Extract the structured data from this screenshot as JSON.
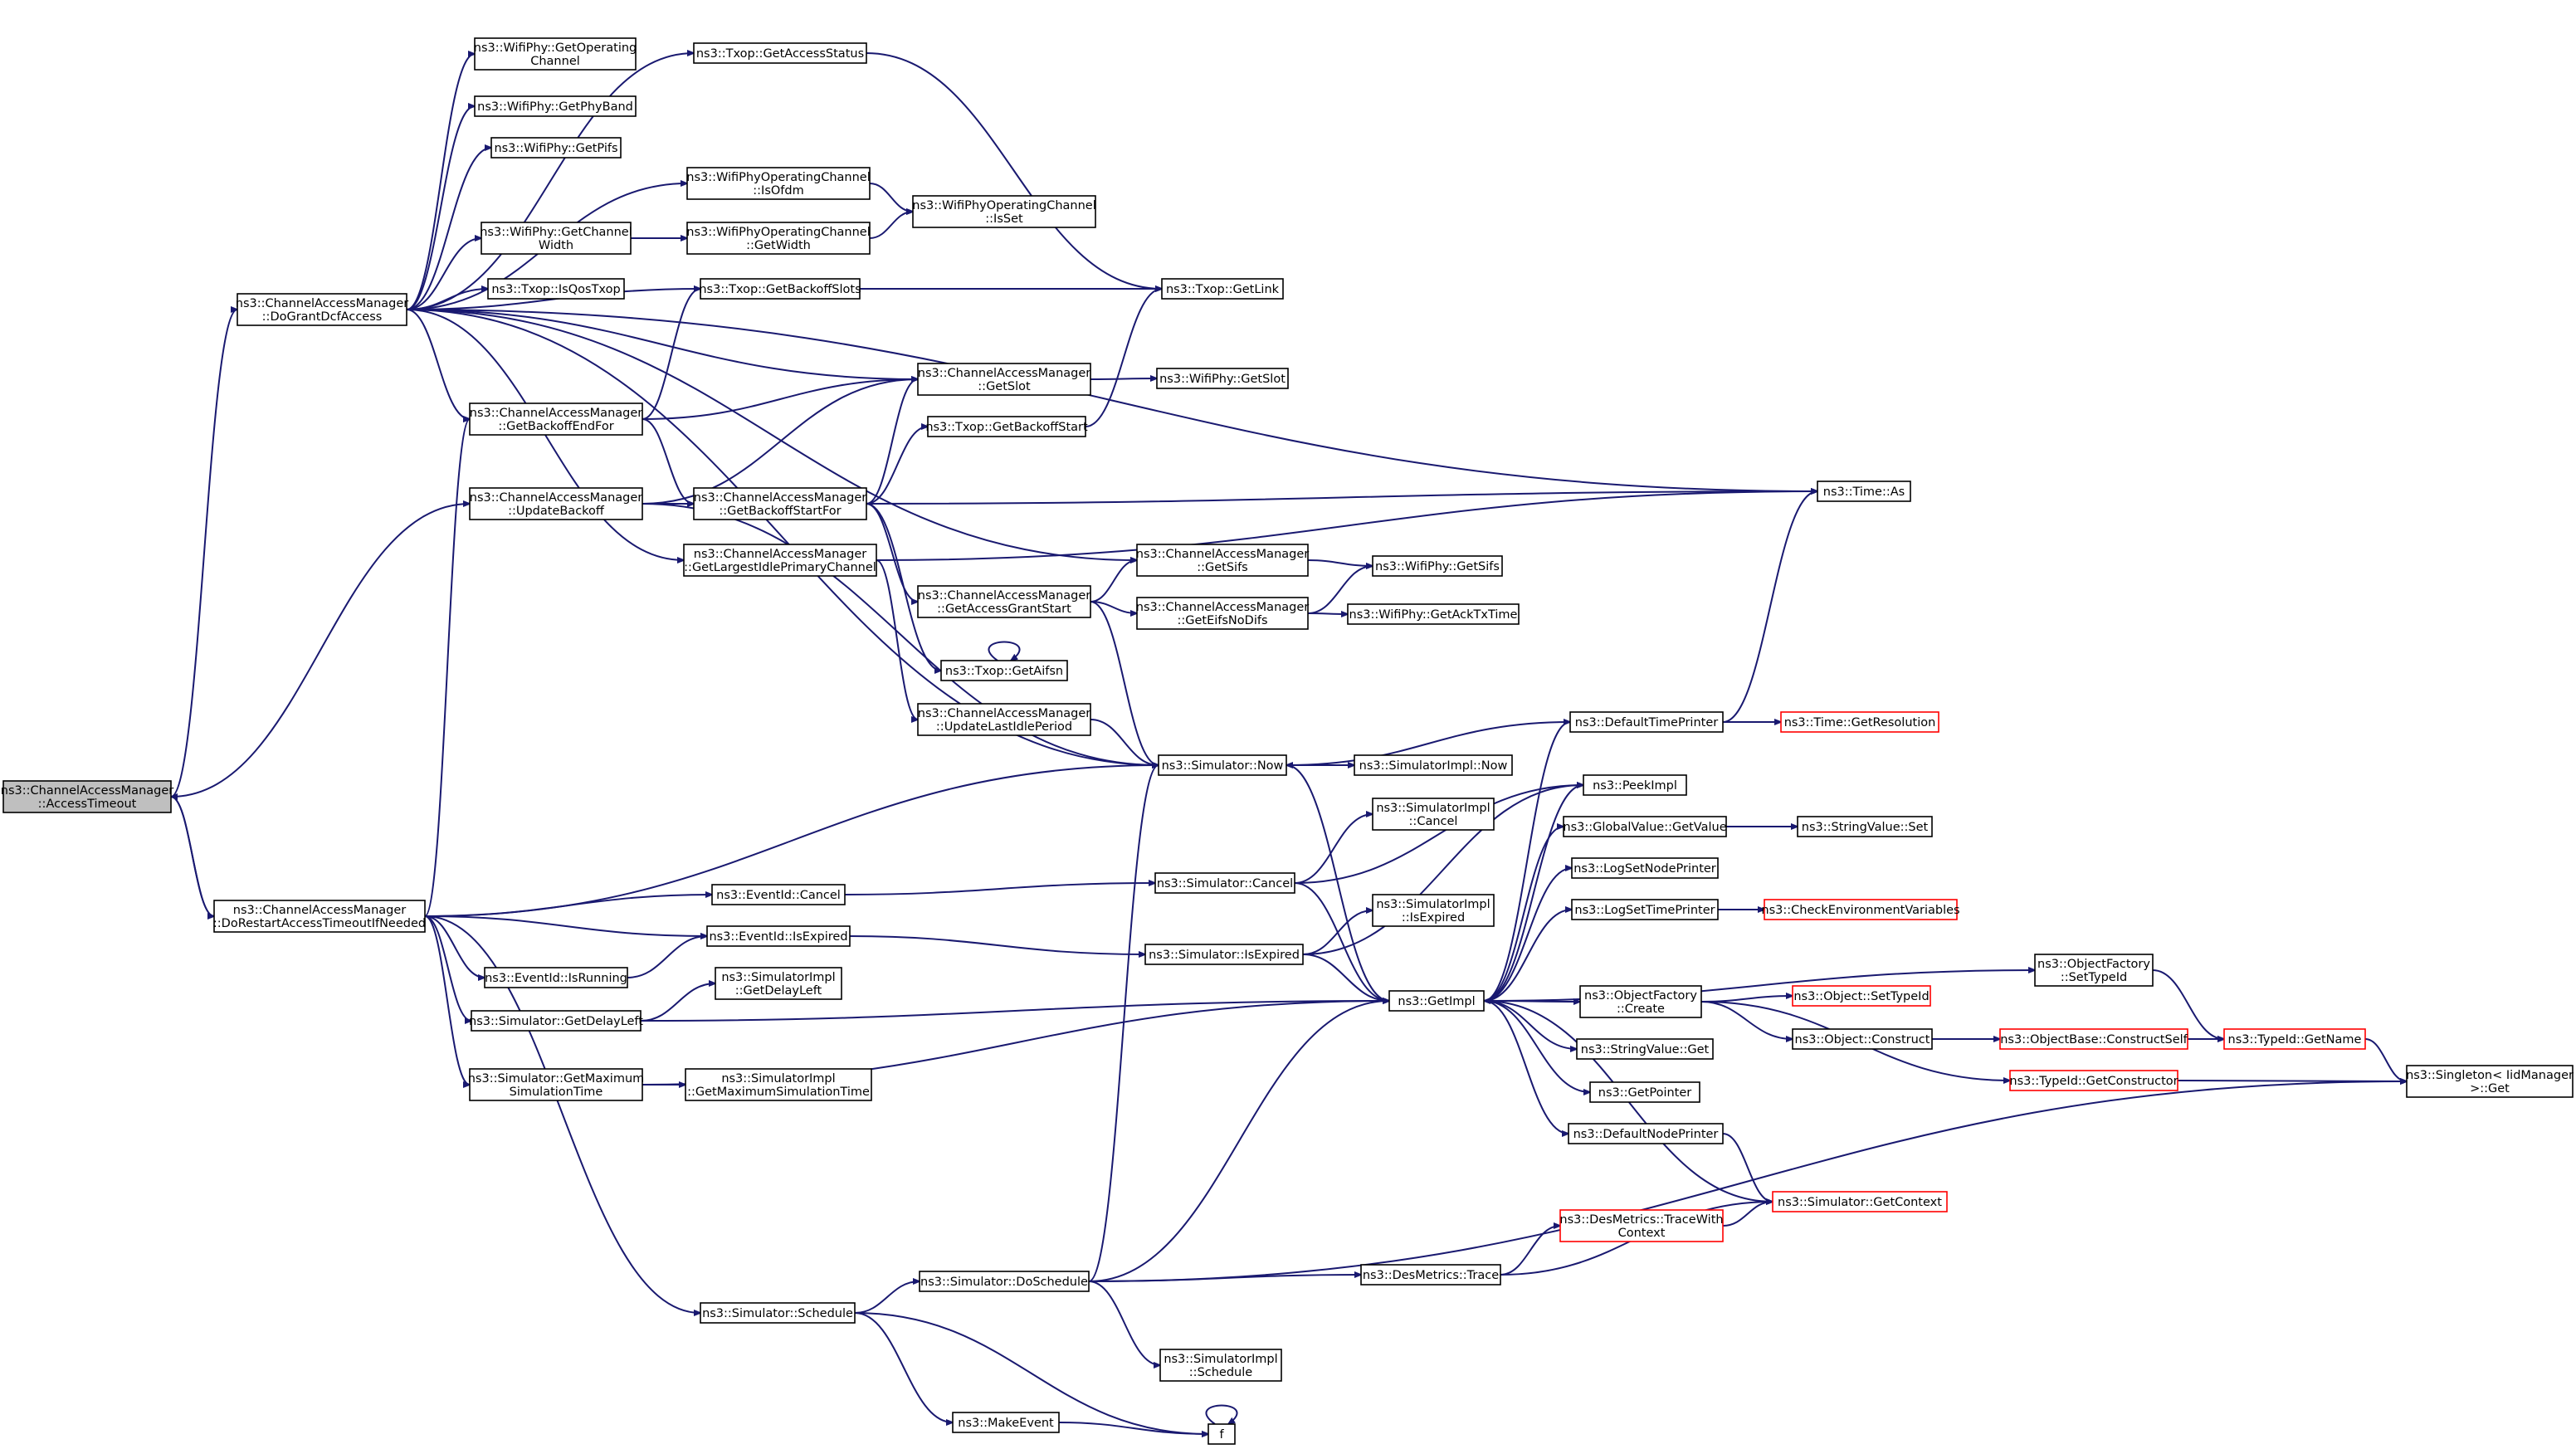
{
  "colors": {
    "edge": "#191970",
    "root_fill": "#bfbfbf",
    "normal_border": "#000000",
    "truncated_border": "#ff0000"
  },
  "nodes": {
    "n_root": {
      "lines": [
        "ns3::ChannelAccessManager",
        "::AccessTimeout"
      ],
      "root": true
    },
    "n_dgdcf": {
      "lines": [
        "ns3::ChannelAccessManager",
        "::DoGrantDcfAccess"
      ]
    },
    "n_drati": {
      "lines": [
        "ns3::ChannelAccessManager",
        "::DoRestartAccessTimeoutIfNeeded"
      ]
    },
    "n_txgas": {
      "lines": [
        "ns3::Txop::GetAccessStatus"
      ]
    },
    "n_wgoc": {
      "lines": [
        "ns3::WifiPhy::GetOperating",
        "Channel"
      ]
    },
    "n_wgpb": {
      "lines": [
        "ns3::WifiPhy::GetPhyBand"
      ]
    },
    "n_wgpifs": {
      "lines": [
        "ns3::WifiPhy::GetPifs"
      ]
    },
    "n_wociso": {
      "lines": [
        "ns3::WifiPhyOperatingChannel",
        "::IsOfdm"
      ]
    },
    "n_wgcw": {
      "lines": [
        "ns3::WifiPhy::GetChannel",
        "Width"
      ]
    },
    "n_wocgw": {
      "lines": [
        "ns3::WifiPhyOperatingChannel",
        "::GetWidth"
      ]
    },
    "n_wocis": {
      "lines": [
        "ns3::WifiPhyOperatingChannel",
        "::IsSet"
      ]
    },
    "n_txqos": {
      "lines": [
        "ns3::Txop::IsQosTxop"
      ]
    },
    "n_txgbs": {
      "lines": [
        "ns3::Txop::GetBackoffSlots"
      ]
    },
    "n_txgl": {
      "lines": [
        "ns3::Txop::GetLink"
      ]
    },
    "n_camgs": {
      "lines": [
        "ns3::ChannelAccessManager",
        "::GetSlot"
      ]
    },
    "n_wgslot": {
      "lines": [
        "ns3::WifiPhy::GetSlot"
      ]
    },
    "n_cambef": {
      "lines": [
        "ns3::ChannelAccessManager",
        "::GetBackoffEndFor"
      ]
    },
    "n_txgbst": {
      "lines": [
        "ns3::Txop::GetBackoffStart"
      ]
    },
    "n_camub": {
      "lines": [
        "ns3::ChannelAccessManager",
        "::UpdateBackoff"
      ]
    },
    "n_cambsf": {
      "lines": [
        "ns3::ChannelAccessManager",
        "::GetBackoffStartFor"
      ]
    },
    "n_timeas": {
      "lines": [
        "ns3::Time::As"
      ]
    },
    "n_camglip": {
      "lines": [
        "ns3::ChannelAccessManager",
        "::GetLargestIdlePrimaryChannel"
      ]
    },
    "n_camgsifs": {
      "lines": [
        "ns3::ChannelAccessManager",
        "::GetSifs"
      ]
    },
    "n_wgsifs": {
      "lines": [
        "ns3::WifiPhy::GetSifs"
      ]
    },
    "n_camgags": {
      "lines": [
        "ns3::ChannelAccessManager",
        "::GetAccessGrantStart"
      ]
    },
    "n_camgend": {
      "lines": [
        "ns3::ChannelAccessManager",
        "::GetEifsNoDifs"
      ]
    },
    "n_wgack": {
      "lines": [
        "ns3::WifiPhy::GetAckTxTime"
      ]
    },
    "n_txaifsn": {
      "lines": [
        "ns3::Txop::GetAifsn"
      ]
    },
    "n_camulip": {
      "lines": [
        "ns3::ChannelAccessManager",
        "::UpdateLastIdlePeriod"
      ]
    },
    "n_dtp": {
      "lines": [
        "ns3::DefaultTimePrinter"
      ]
    },
    "n_timegr": {
      "lines": [
        "ns3::Time::GetResolution"
      ],
      "red": true
    },
    "n_simnow": {
      "lines": [
        "ns3::Simulator::Now"
      ]
    },
    "n_simimplnow": {
      "lines": [
        "ns3::SimulatorImpl::Now"
      ]
    },
    "n_peek": {
      "lines": [
        "ns3::PeekImpl"
      ]
    },
    "n_simimplcancel": {
      "lines": [
        "ns3::SimulatorImpl",
        "::Cancel"
      ]
    },
    "n_gvgv": {
      "lines": [
        "ns3::GlobalValue::GetValue"
      ]
    },
    "n_svset": {
      "lines": [
        "ns3::StringValue::Set"
      ]
    },
    "n_eidcancel": {
      "lines": [
        "ns3::EventId::Cancel"
      ]
    },
    "n_simcancel": {
      "lines": [
        "ns3::Simulator::Cancel"
      ]
    },
    "n_lsnp": {
      "lines": [
        "ns3::LogSetNodePrinter"
      ]
    },
    "n_lstp": {
      "lines": [
        "ns3::LogSetTimePrinter"
      ]
    },
    "n_cev": {
      "lines": [
        "ns3::CheckEnvironmentVariables"
      ],
      "red": true
    },
    "n_eidexp": {
      "lines": [
        "ns3::EventId::IsExpired"
      ]
    },
    "n_simimplexp": {
      "lines": [
        "ns3::SimulatorImpl",
        "::IsExpired"
      ]
    },
    "n_simexp": {
      "lines": [
        "ns3::Simulator::IsExpired"
      ]
    },
    "n_ofsti": {
      "lines": [
        "ns3::ObjectFactory",
        "::SetTypeId"
      ]
    },
    "n_eidrun": {
      "lines": [
        "ns3::EventId::IsRunning"
      ]
    },
    "n_simimplgdl": {
      "lines": [
        "ns3::SimulatorImpl",
        "::GetDelayLeft"
      ]
    },
    "n_ofcreate": {
      "lines": [
        "ns3::ObjectFactory",
        "::Create"
      ]
    },
    "n_objsti": {
      "lines": [
        "ns3::Object::SetTypeId"
      ],
      "red": true
    },
    "n_getimpl": {
      "lines": [
        "ns3::GetImpl"
      ]
    },
    "n_simgdl": {
      "lines": [
        "ns3::Simulator::GetDelayLeft"
      ]
    },
    "n_objcon": {
      "lines": [
        "ns3::Object::Construct"
      ]
    },
    "n_obcs": {
      "lines": [
        "ns3::ObjectBase::ConstructSelf"
      ],
      "red": true
    },
    "n_tigname": {
      "lines": [
        "ns3::TypeId::GetName"
      ],
      "red": true
    },
    "n_svget": {
      "lines": [
        "ns3::StringValue::Get"
      ]
    },
    "n_simgmst": {
      "lines": [
        "ns3::Simulator::GetMaximum",
        "SimulationTime"
      ]
    },
    "n_simimplgmst": {
      "lines": [
        "ns3::SimulatorImpl",
        "::GetMaximumSimulationTime"
      ]
    },
    "n_tigc": {
      "lines": [
        "ns3::TypeId::GetConstructor"
      ],
      "red": true
    },
    "n_singget": {
      "lines": [
        "ns3::Singleton< IidManager",
        ">::Get"
      ]
    },
    "n_getptr": {
      "lines": [
        "ns3::GetPointer"
      ]
    },
    "n_dnp": {
      "lines": [
        "ns3::DefaultNodePrinter"
      ]
    },
    "n_simgctx": {
      "lines": [
        "ns3::Simulator::GetContext"
      ],
      "red": true
    },
    "n_dmtwc": {
      "lines": [
        "ns3::DesMetrics::TraceWith",
        "Context"
      ],
      "red": true
    },
    "n_simds": {
      "lines": [
        "ns3::Simulator::DoSchedule"
      ]
    },
    "n_dmt": {
      "lines": [
        "ns3::DesMetrics::Trace"
      ]
    },
    "n_simsch": {
      "lines": [
        "ns3::Simulator::Schedule"
      ]
    },
    "n_simimplsch": {
      "lines": [
        "ns3::SimulatorImpl",
        "::Schedule"
      ]
    },
    "n_makeev": {
      "lines": [
        "ns3::MakeEvent"
      ]
    },
    "n_f": {
      "lines": [
        "f"
      ]
    }
  }
}
